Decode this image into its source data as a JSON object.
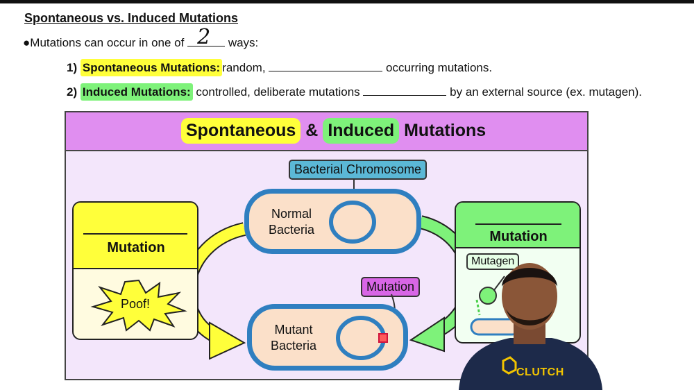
{
  "slide": {
    "title": "Spontaneous vs. Induced Mutations",
    "bullet": {
      "marker": "●",
      "text_before": "Mutations can occur in one of",
      "answer": "2",
      "text_after": "ways:"
    },
    "item1": {
      "number": "1)",
      "term": "Spontaneous Mutations:",
      "text_before": "random,",
      "text_after": "occurring mutations."
    },
    "item2": {
      "number": "2)",
      "term": "Induced Mutations:",
      "text_before": "controlled, deliberate mutations",
      "text_after": "by an external source (ex. mutagen)."
    }
  },
  "diagram": {
    "title_word1": "Spontaneous",
    "title_amp": "&",
    "title_word2": "Induced",
    "title_word3": "Mutations",
    "left_box": {
      "label": "Mutation",
      "burst": "Poof!"
    },
    "right_box": {
      "label": "Mutation",
      "callout": "Mutagen"
    },
    "chromosome_label": "Bacterial Chromosome",
    "normal_line1": "Normal",
    "normal_line2": "Bacteria",
    "mutant_line1": "Mutant",
    "mutant_line2": "Bacteria",
    "mutation_label": "Mutation",
    "colors": {
      "yellow": "#ffff3a",
      "green": "#7ef27a",
      "header": "#e08ef0",
      "panel": "#f3e6fb",
      "bacteria_fill": "#fbe0c9",
      "bacteria_border": "#2f7fc0",
      "chromosome_label_bg": "#5bb8d6",
      "mutation_label_bg": "#d866e6"
    }
  },
  "presenter": {
    "badge": "CLUTCH"
  }
}
